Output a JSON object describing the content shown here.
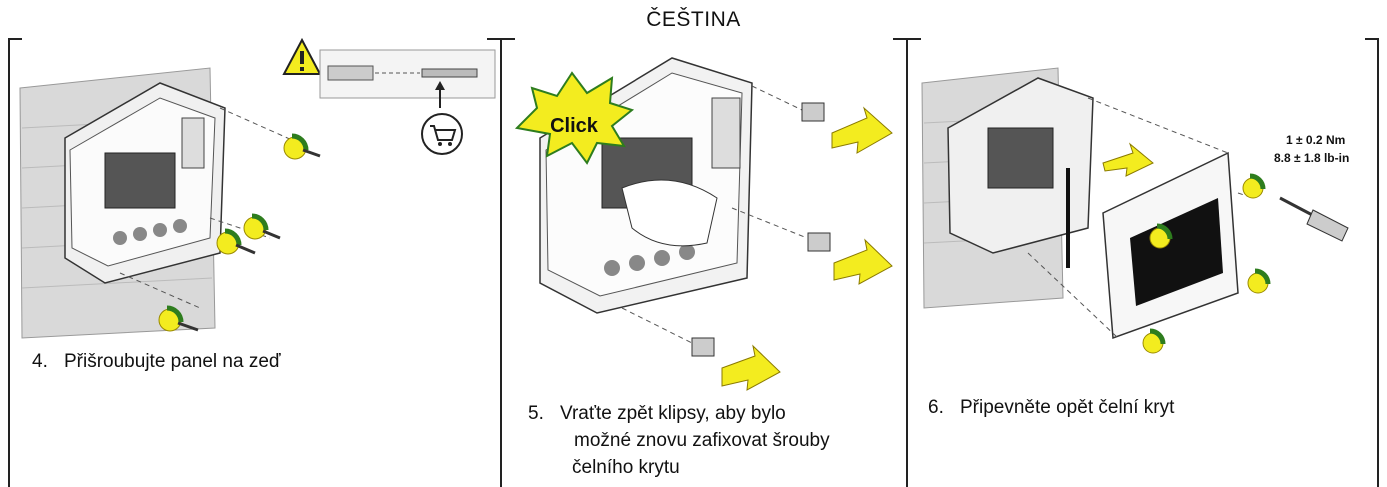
{
  "header": {
    "language": "ČEŠTINA"
  },
  "panels": [
    {
      "step_number": "4.",
      "step_text": "Přišroubujte panel na zeď"
    },
    {
      "step_number": "5.",
      "step_lines": [
        "Vraťte zpět klipsy, aby bylo",
        "možné znovu zafixovat šrouby",
        "čelního krytu"
      ],
      "callout": "Click"
    },
    {
      "step_number": "6.",
      "step_text": "Připevněte opět čelní kryt",
      "torque_lines": [
        "1 ± 0.2 Nm",
        "8.8 ± 1.8 lb-in"
      ]
    }
  ],
  "colors": {
    "accent_yellow": "#f3ec1f",
    "accent_green": "#2e7d1e",
    "wall_gray": "#d8d8d8"
  }
}
